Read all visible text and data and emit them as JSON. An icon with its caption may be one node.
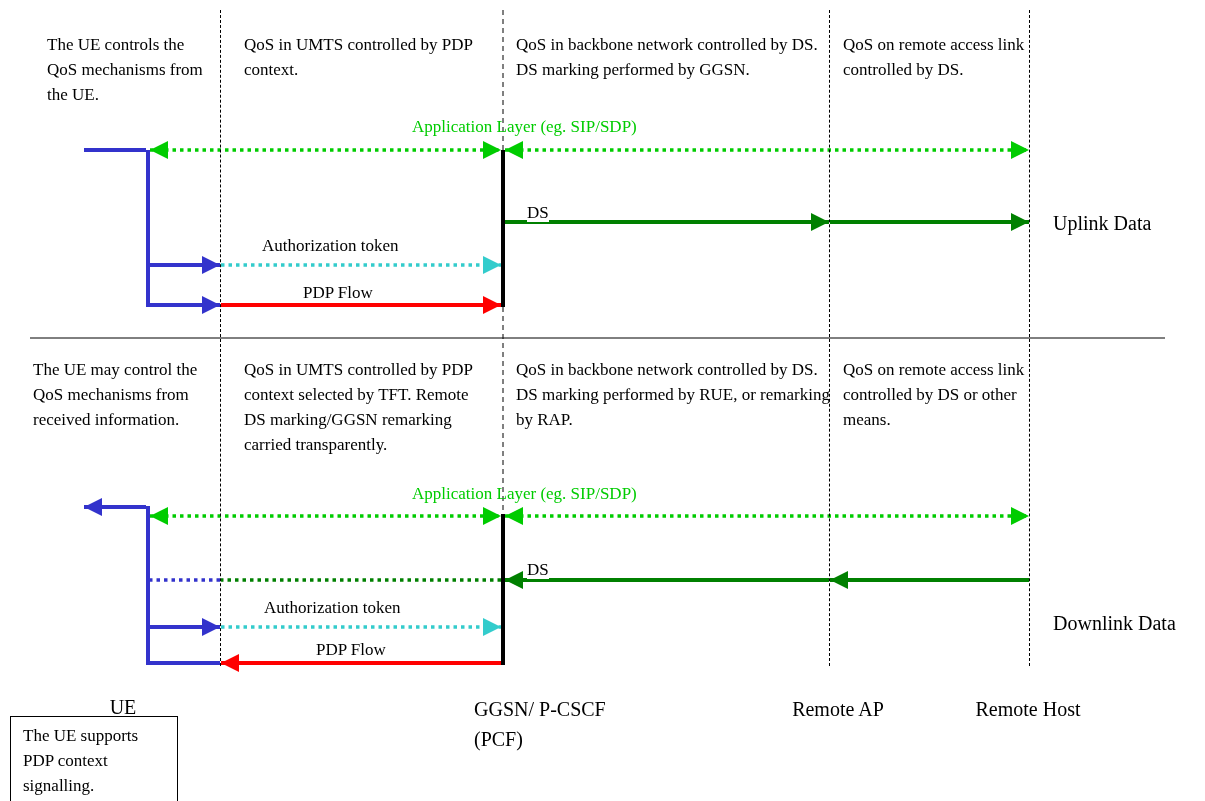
{
  "diagram": {
    "nodes": [
      {
        "text": [],
        "shape": "line"
      },
      {
        "text": [],
        "shape": "line"
      },
      {
        "text": [],
        "shape": "line"
      },
      {
        "text": [],
        "shape": "bar"
      },
      {
        "text": [],
        "shape": "bar"
      },
      {
        "text": [],
        "shape": "bar"
      },
      {
        "text": [],
        "shape": "bar"
      },
      {
        "text": [
          "UE"
        ]
      },
      {
        "text": [
          "The UE supports PDP context signalling."
        ]
      },
      {
        "text": [
          "GGSN/ P-CSCF (PCF)"
        ]
      },
      {
        "text": [
          "Remote AP"
        ]
      },
      {
        "text": [
          "Remote Host"
        ]
      }
    ],
    "edges": [
      {
        "from": null,
        "to": 3,
        "arrow": "none"
      },
      {
        "from": 3,
        "to": 4,
        "arrow": "both",
        "style": "dashed",
        "color": "#00cc00"
      },
      {
        "from": 4,
        "to": 2,
        "arrow": "both",
        "style": "dashed",
        "color": "#00cc00"
      },
      {
        "from": 4,
        "to": 1,
        "arrow": "to",
        "label": "DS",
        "color": "#008000"
      },
      {
        "from": 1,
        "to": 2,
        "arrow": "to",
        "color": "#008000"
      },
      {
        "from": 3,
        "to": 0,
        "arrow": "to"
      },
      {
        "from": 0,
        "to": 4,
        "arrow": "to",
        "label": "Authorization token",
        "style": "dashed",
        "color": "#33cccc"
      },
      {
        "from": 3,
        "to": 0,
        "arrow": "to"
      },
      {
        "from": 0,
        "to": 4,
        "arrow": "to",
        "label": "PDP Flow",
        "color": "#ff0000"
      },
      {
        "from": 5,
        "to": null,
        "arrow": "to"
      },
      {
        "from": 5,
        "to": 6,
        "arrow": "both",
        "style": "dashed",
        "color": "#00cc00"
      },
      {
        "from": 6,
        "to": 2,
        "arrow": "both",
        "style": "dashed",
        "color": "#00cc00"
      },
      {
        "from": 2,
        "to": 1,
        "arrow": "to",
        "color": "#008000"
      },
      {
        "from": 1,
        "to": 6,
        "arrow": "to",
        "label": "DS",
        "color": "#008000"
      },
      {
        "from": 6,
        "to": 0,
        "arrow": "none",
        "style": "dashed",
        "color": "#008000"
      },
      {
        "from": 0,
        "to": 5,
        "arrow": "none",
        "style": "dashed"
      },
      {
        "from": 5,
        "to": 0,
        "arrow": "to"
      },
      {
        "from": 0,
        "to": 6,
        "arrow": "to",
        "label": "Authorization token",
        "style": "dashed",
        "color": "#33cccc"
      },
      {
        "from": 6,
        "to": 0,
        "arrow": "to",
        "label": "PDP Flow",
        "color": "#ff0000"
      },
      {
        "from": 0,
        "to": 5,
        "arrow": "none"
      }
    ],
    "labels": [
      "The UE controls the QoS mechanisms from the UE.",
      "QoS in UMTS controlled by PDP context.",
      "QoS in backbone network controlled by DS. DS marking performed by GGSN.",
      "QoS on remote access link controlled by DS.",
      "Application Layer (eg. SIP/SDP)",
      "Uplink Data",
      "The UE may control the QoS mechanisms from received information.",
      "QoS in UMTS controlled by PDP context selected by TFT. Remote DS marking/GGSN remarking carried transparently.",
      "QoS in backbone network controlled by DS. DS marking performed by RUE, or remarking by RAP.",
      "QoS on remote access link controlled by DS or other means.",
      "Application Layer (eg. SIP/SDP)",
      "Downlink Data"
    ]
  }
}
